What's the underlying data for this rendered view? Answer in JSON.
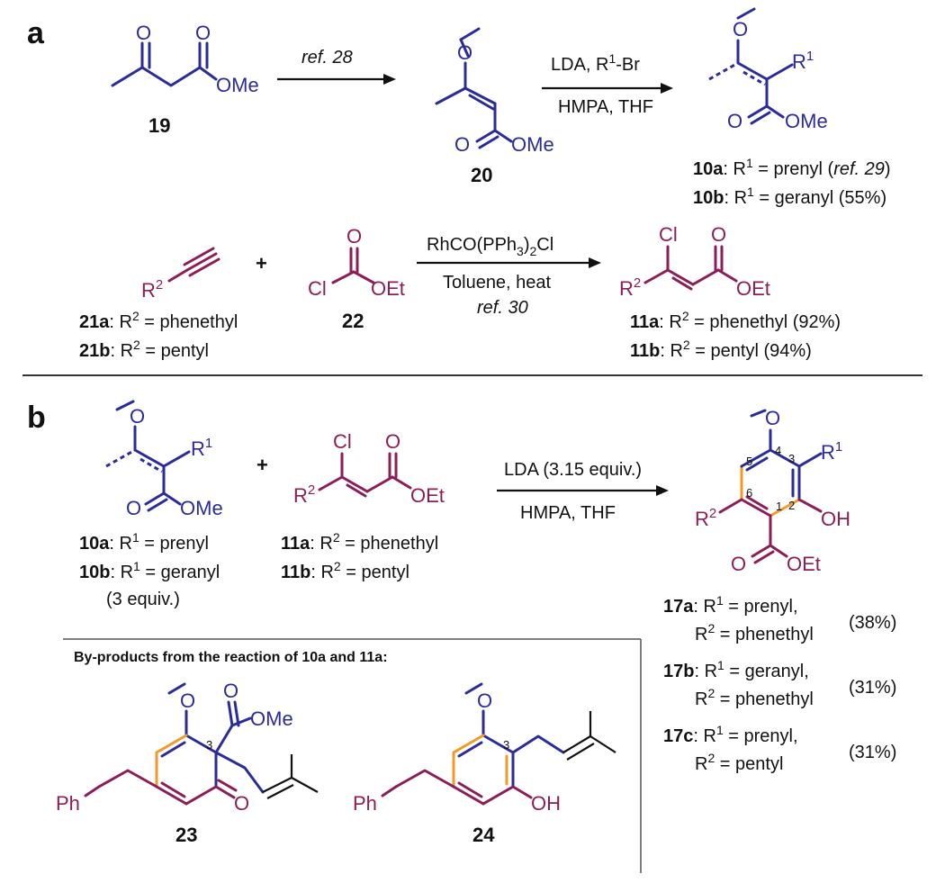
{
  "panel_a": {
    "label": "a",
    "cmpd19": "19",
    "cmpd20": "20",
    "step1_cond": "ref. 28",
    "step2_cond_top": "LDA, R",
    "step2_cond_top_sup": "1",
    "step2_cond_top_end": "-Br",
    "step2_cond_bottom": "HMPA, THF",
    "prod10a_id": "10a",
    "prod10a_text": ": R",
    "prod10a_sup": "1",
    "prod10a_val": " = prenyl (",
    "prod10a_ref": "ref. 29",
    "prod10a_close": ")",
    "prod10b_id": "10b",
    "prod10b_text": ": R",
    "prod10b_sup": "1",
    "prod10b_val": " = geranyl (55%)",
    "cmpd21a_id": "21a",
    "cmpd21a_text": ": R",
    "cmpd21a_sup": "2",
    "cmpd21a_val": " = phenethyl",
    "cmpd21b_id": "21b",
    "cmpd21b_text": ": R",
    "cmpd21b_sup": "2",
    "cmpd21b_val": " = pentyl",
    "cmpd22": "22",
    "plus": "+",
    "step3_cond_top_a": "RhCO(PPh",
    "step3_cond_top_sub": "3",
    "step3_cond_top_b": ")",
    "step3_cond_top_sub2": "2",
    "step3_cond_top_c": "Cl",
    "step3_cond_mid": "Toluene, heat",
    "step3_cond_ref": "ref. 30",
    "prod11a_id": "11a",
    "prod11a_text": ": R",
    "prod11a_sup": "2",
    "prod11a_val": " = phenethyl (92%)",
    "prod11b_id": "11b",
    "prod11b_text": ": R",
    "prod11b_sup": "2",
    "prod11b_val": " = pentyl (94%)"
  },
  "panel_b": {
    "label": "b",
    "plus": "+",
    "cond_top": "LDA (3.15 equiv.)",
    "cond_bottom": "HMPA, THF",
    "r10a_id": "10a",
    "r10a_text": ": R",
    "r10a_sup": "1",
    "r10a_val": " = prenyl",
    "r10b_id": "10b",
    "r10b_text": ": R",
    "r10b_sup": "1",
    "r10b_val": " = geranyl",
    "equiv": "(3 equiv.)",
    "r11a_id": "11a",
    "r11a_text": ": R",
    "r11a_sup": "2",
    "r11a_val": " = phenethyl",
    "r11b_id": "11b",
    "r11b_text": ": R",
    "r11b_sup": "2",
    "r11b_val": " = pentyl",
    "byproducts_title": "By-products from the reaction of 10a and 11a:",
    "cmpd23": "23",
    "cmpd24": "24",
    "p17a_id": "17a",
    "p17a_l1a": ": R",
    "p17a_l1sup": "1",
    "p17a_l1b": " = prenyl,",
    "p17a_l2a": "R",
    "p17a_l2sup": "2",
    "p17a_l2b": " = phenethyl",
    "p17a_yield": "(38%)",
    "p17b_id": "17b",
    "p17b_l1a": ": R",
    "p17b_l1sup": "1",
    "p17b_l1b": " = geranyl,",
    "p17b_l2a": "R",
    "p17b_l2sup": "2",
    "p17b_l2b": " = phenethyl",
    "p17b_yield": "(31%)",
    "p17c_id": "17c",
    "p17c_l1a": ": R",
    "p17c_l1sup": "1",
    "p17c_l1b": " = prenyl,",
    "p17c_l2a": "R",
    "p17c_l2sup": "2",
    "p17c_l2b": " = pentyl",
    "p17c_yield": "(31%)"
  },
  "atoms": {
    "O": "O",
    "OMe": "OMe",
    "OEt": "OEt",
    "Cl": "Cl",
    "OH": "OH",
    "Ph": "Ph",
    "R": "R",
    "one": "1",
    "two": "2",
    "three": "3",
    "four": "4",
    "five": "5",
    "six": "6"
  },
  "colors": {
    "blue": "#2b2b9a",
    "magenta": "#8c1e57",
    "orange": "#f29a28",
    "black": "#111111"
  }
}
